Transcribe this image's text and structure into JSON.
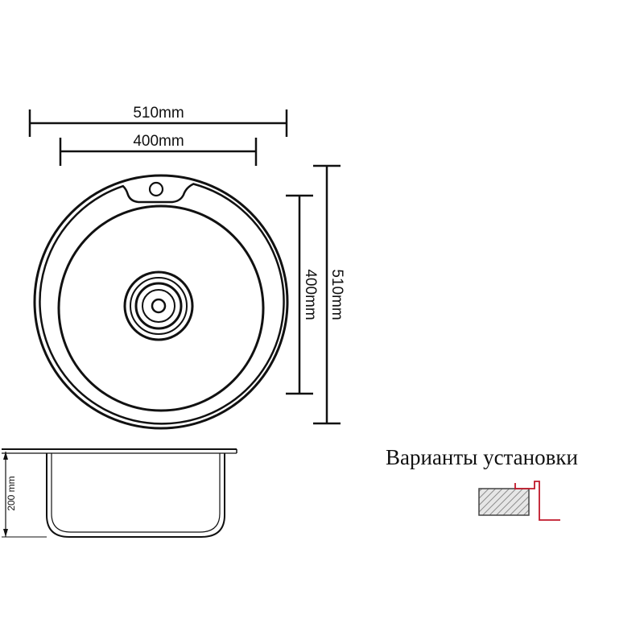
{
  "top_view": {
    "dim_outer_width": "510mm",
    "dim_inner_width": "400mm",
    "dim_inner_height": "400mm",
    "dim_outer_height": "510mm"
  },
  "side_view": {
    "dim_depth": "200 mm"
  },
  "install": {
    "title": "Варианты установки",
    "accent_color": "#c0182a"
  }
}
